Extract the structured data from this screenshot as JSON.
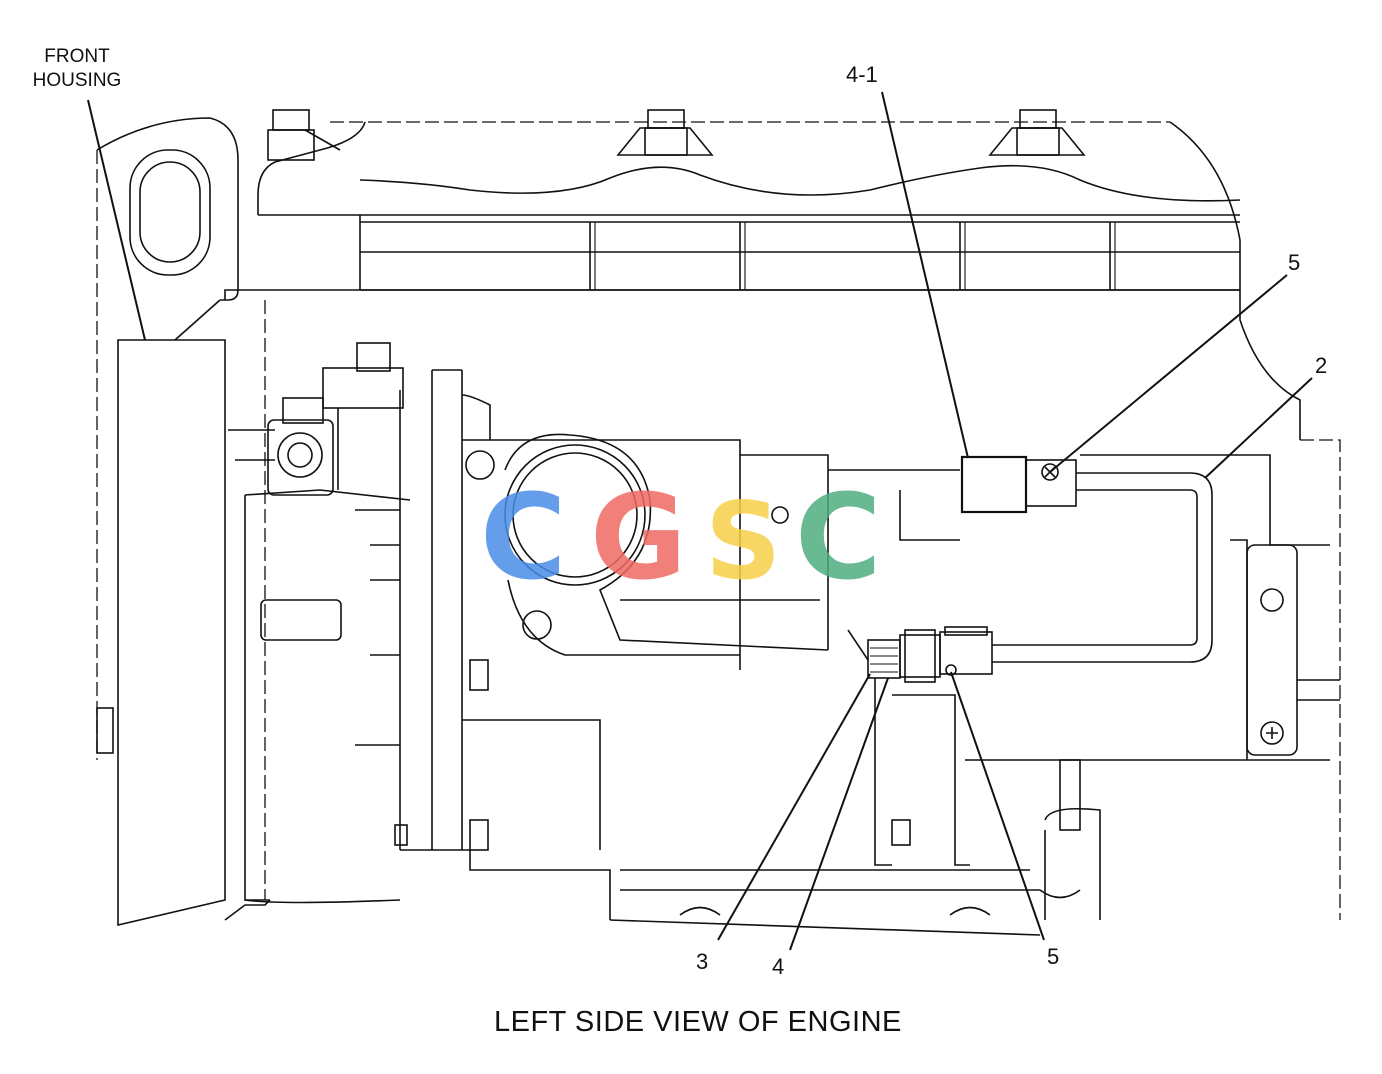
{
  "caption": "LEFT SIDE VIEW OF ENGINE",
  "front_housing": {
    "line1": "FRONT",
    "line2": "HOUSING"
  },
  "callouts": {
    "c4_1": "4-1",
    "c5_top": "5",
    "c2": "2",
    "c3": "3",
    "c4": "4",
    "c5_bottom": "5"
  },
  "watermark": {
    "letters": [
      "C",
      "G",
      "S",
      "C"
    ],
    "colors": [
      "#4a8ee8",
      "#ef6b63",
      "#f6cf48",
      "#4fae7f"
    ]
  }
}
